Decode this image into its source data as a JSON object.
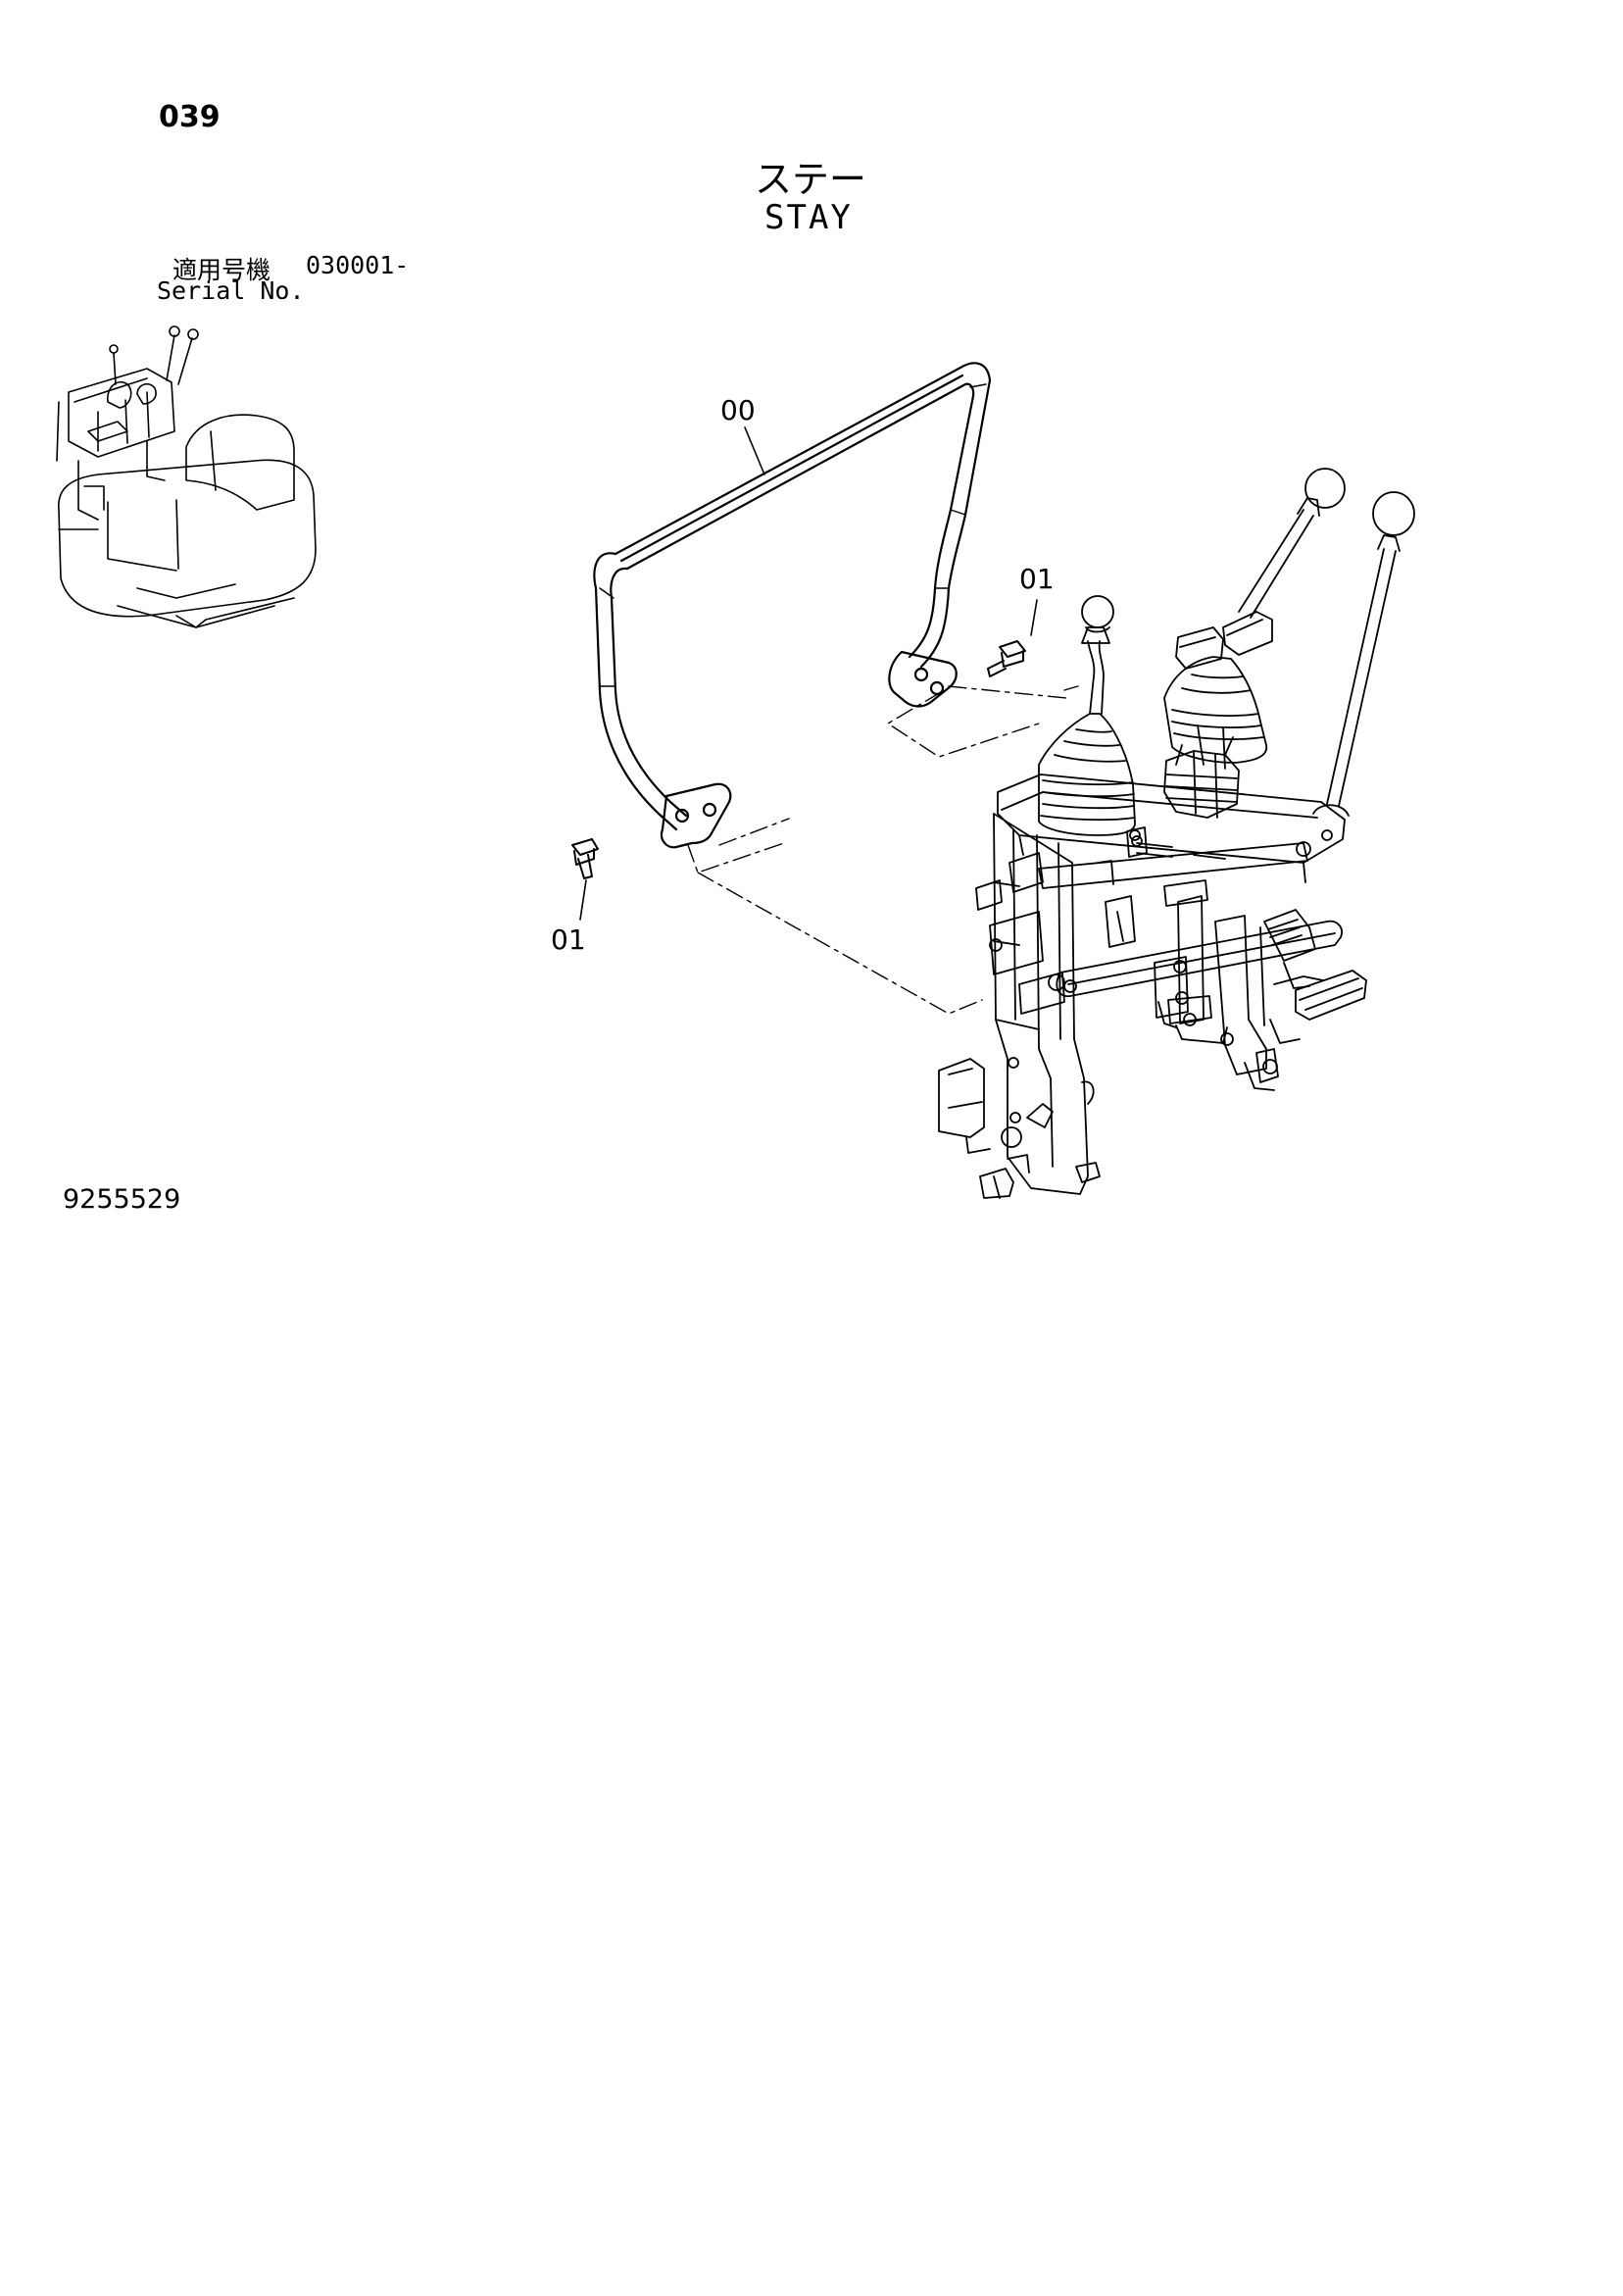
{
  "page_number": "039",
  "title": {
    "japanese": "ステー",
    "english": "STAY"
  },
  "serial": {
    "label_jp": "適用号機",
    "range": "030001-",
    "label_en": "Serial No."
  },
  "drawing_number": "9255529",
  "callouts": [
    {
      "id": "00",
      "text": "00"
    },
    {
      "id": "01a",
      "text": "01"
    },
    {
      "id": "01b",
      "text": "01"
    }
  ],
  "colors": {
    "line": "#000000",
    "background": "#ffffff"
  }
}
